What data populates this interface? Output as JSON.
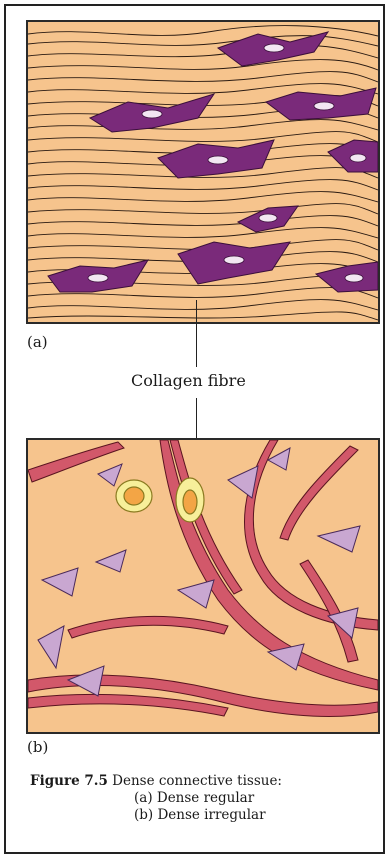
{
  "panel_a": {
    "label": "(a)"
  },
  "panel_b": {
    "label": "(b)"
  },
  "annotation": {
    "text": "Collagen fibre"
  },
  "caption": {
    "figure": "Figure 7.5",
    "title": "Dense connective tissue:",
    "item_a": "(a) Dense regular",
    "item_b": "(b) Dense irregular"
  },
  "colors": {
    "matrix": "#f6c48d",
    "fibroblast_regular": "#7a2a7a",
    "fibroblast_irregular": "#c9a7d1",
    "collagen_bundle": "#d2586a",
    "vessel": "#f7ef9a"
  }
}
